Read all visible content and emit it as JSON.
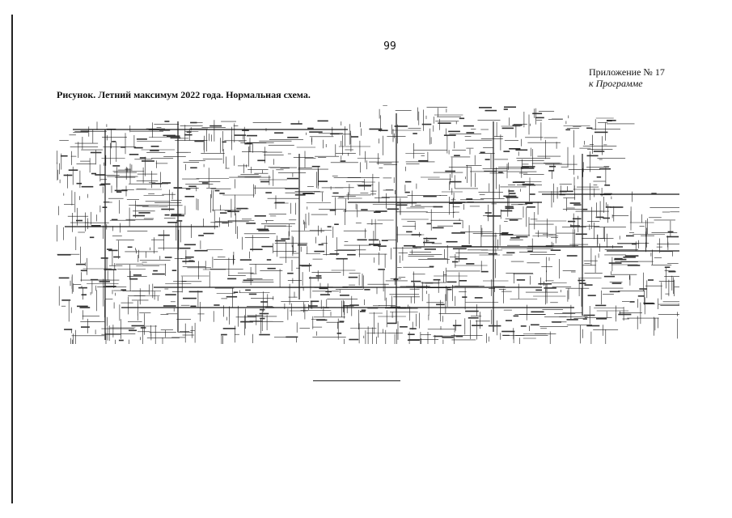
{
  "page": {
    "number": "99"
  },
  "appendix": {
    "line1": "Приложение № 17",
    "line2": "к Программе"
  },
  "figure": {
    "caption": "Рисунок. Летний максимум 2022 года. Нормальная схема."
  }
}
